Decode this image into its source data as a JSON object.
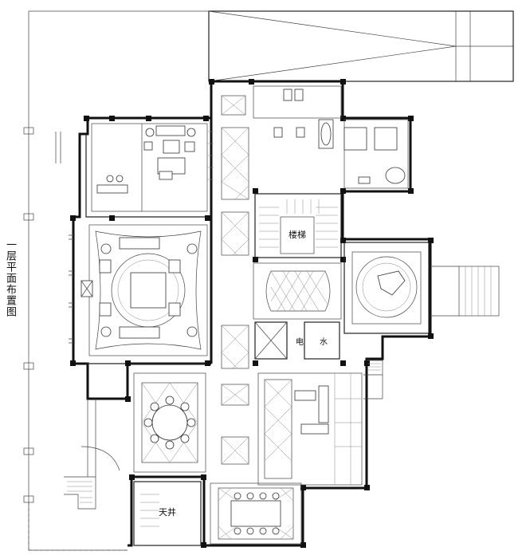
{
  "drawing": {
    "title": "一层平面布置图"
  },
  "room_labels": {
    "stair": "楼梯",
    "courtyard": "天井",
    "elevator": "电",
    "water": "水"
  },
  "colors": {
    "wall": "#111111",
    "line": "#444444",
    "background": "#ffffff"
  }
}
